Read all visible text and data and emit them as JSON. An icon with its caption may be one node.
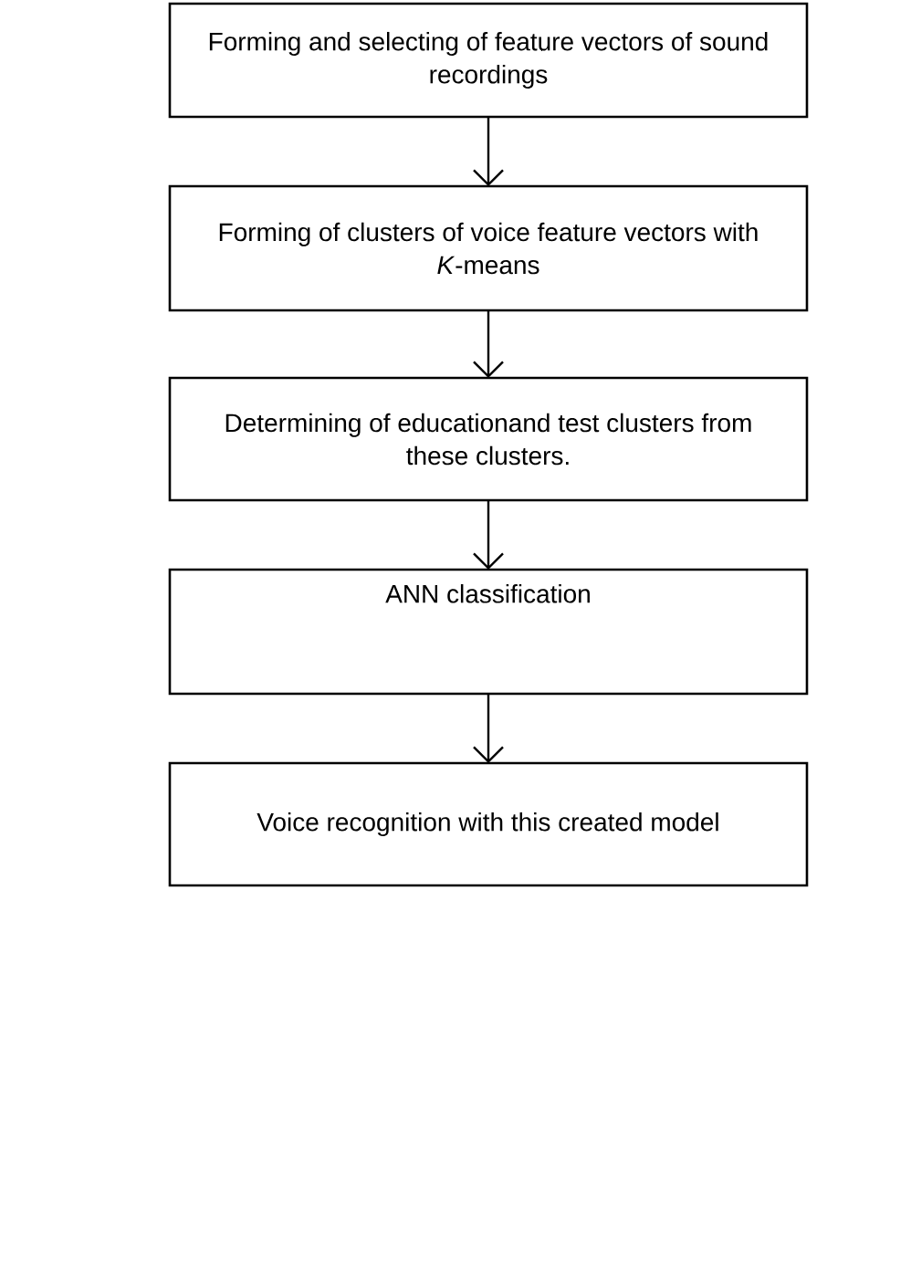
{
  "diagram": {
    "nodes": [
      {
        "text": [
          "Forming and selecting of feature vectors of sound recordings"
        ]
      },
      {
        "text": [
          "Forming of clusters of voice feature vectors with *K*-means"
        ]
      },
      {
        "text": [
          "Determining of educationand test clusters from these clusters."
        ]
      },
      {
        "text": [
          "ANN classification"
        ]
      },
      {
        "text": [
          "Voice recognition with this created model"
        ]
      }
    ],
    "edges": [
      {
        "from": 0,
        "to": 1,
        "arrow": "to"
      },
      {
        "from": 1,
        "to": 2,
        "arrow": "to"
      },
      {
        "from": 2,
        "to": 3,
        "arrow": "to"
      },
      {
        "from": 3,
        "to": 4,
        "arrow": "to"
      }
    ]
  }
}
